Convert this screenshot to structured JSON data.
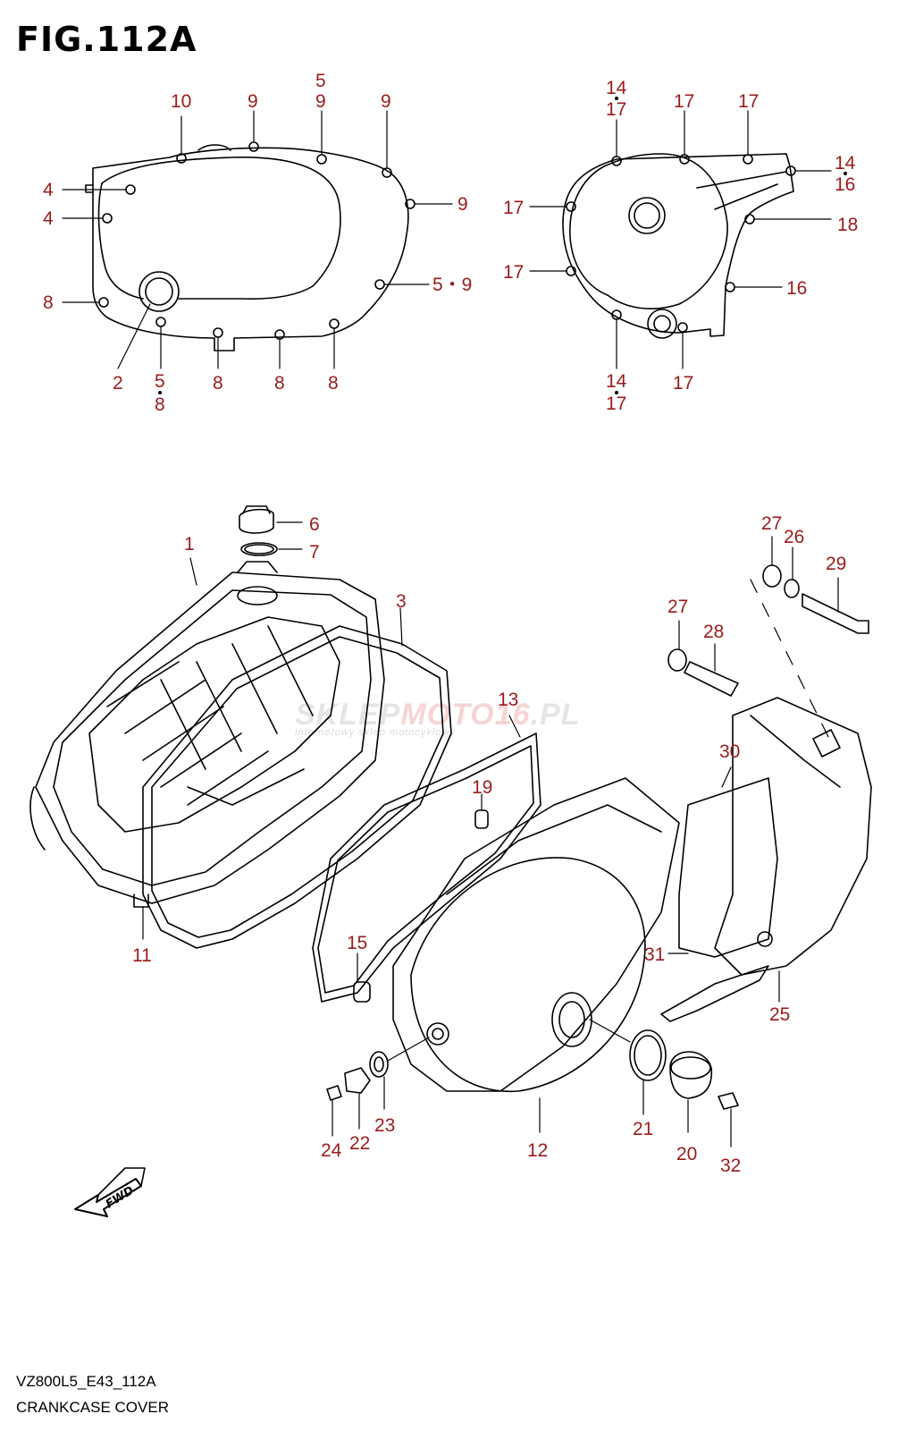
{
  "figure": {
    "title": "FIG.112A",
    "code": "VZ800L5_E43_112A",
    "description": "CRANKCASE COVER"
  },
  "watermark": {
    "brand_a": "SKLEP",
    "brand_b": "MOTO",
    "brand_c": "16",
    "brand_d": ".PL",
    "tagline": "internetowy sklep motocyklowy"
  },
  "fwd_arrow": {
    "label": "FWD"
  },
  "callouts": {
    "c10": "10",
    "c9a": "9",
    "c5top": "5",
    "c9b": "9",
    "c9c": "9",
    "c4a": "4",
    "c4b": "4",
    "c9d": "9",
    "c8a": "8",
    "c59": "5・9",
    "c2": "2",
    "c5b": "5",
    "c8b": "8",
    "c8c": "8",
    "c8d": "8",
    "c8e": "8",
    "c14a": "14",
    "c17a": "17",
    "c17b": "17",
    "c17c": "17",
    "c14b": "14",
    "c16a": "16",
    "c17d": "17",
    "c18": "18",
    "c17e": "17",
    "c16b": "16",
    "c14c": "14",
    "c17f": "17",
    "c17g": "17",
    "c6": "6",
    "c1": "1",
    "c7": "7",
    "c3": "3",
    "c27a": "27",
    "c26": "26",
    "c29": "29",
    "c27b": "27",
    "c28": "28",
    "c13": "13",
    "c30": "30",
    "c19": "19",
    "c15": "15",
    "c11": "11",
    "c31": "31",
    "c25": "25",
    "c24": "24",
    "c22": "22",
    "c23": "23",
    "c12": "12",
    "c21": "21",
    "c20": "20",
    "c32": "32"
  }
}
